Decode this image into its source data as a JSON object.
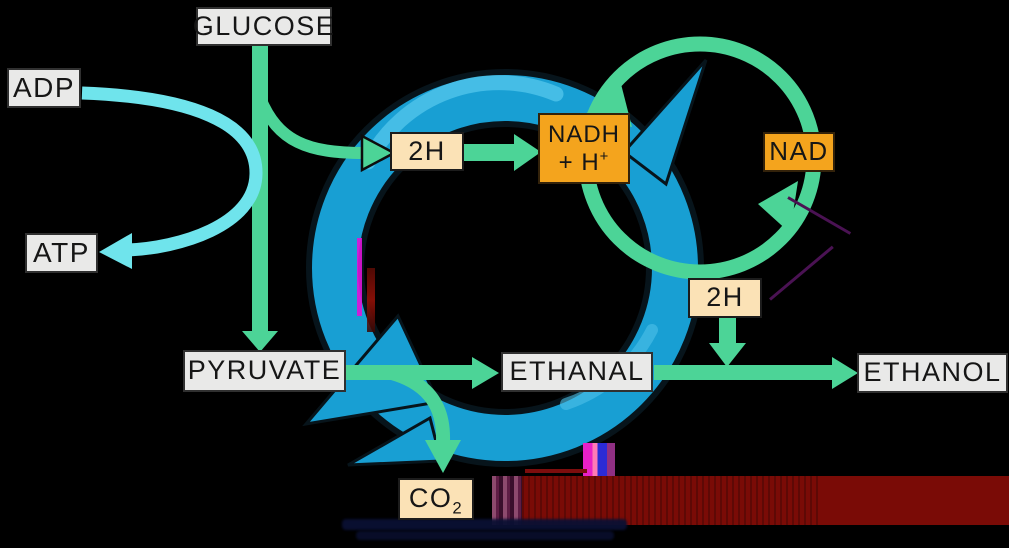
{
  "diagram": {
    "description": "Anaerobic respiration pathway: glucose to pyruvate to ethanal to ethanol, with ADP/ATP and NAD/NADH hydrogen-carrier cycles and CO2 release",
    "background": "#000000"
  },
  "colors": {
    "green": "#4cd497",
    "cyan": "#6fe4ec",
    "blue": "#189fd3",
    "gray_box": "#e9e9e8",
    "cream_box": "#fbe2b6",
    "orange_box": "#f4a41d",
    "red_band": "#7a0b06"
  },
  "nodes": {
    "glucose": {
      "label": "GLUCOSE"
    },
    "adp": {
      "label": "ADP"
    },
    "atp": {
      "label": "ATP"
    },
    "h2_left": {
      "label": "2H"
    },
    "nadh": {
      "line1": "NADH",
      "line2_base": "+ H",
      "line2_sup": "+"
    },
    "nad": {
      "label": "NAD"
    },
    "h2_right": {
      "label": "2H"
    },
    "pyruvate": {
      "label": "PYRUVATE"
    },
    "ethanal": {
      "label": "ETHANAL"
    },
    "ethanol": {
      "label": "ETHANOL"
    },
    "co2": {
      "base": "CO",
      "sub": "2"
    }
  },
  "arrows": {
    "adp_to_atp": "ADP to ATP (cyan loop)",
    "glucose_to_pyruvate": "GLUCOSE down to PYRUVATE",
    "glucose_to_h2": "branch to 2H",
    "h2_to_nadh": "2H to NADH + H+",
    "nad_to_nadh": "NAD to NADH + H+ (top of loop)",
    "nadh_to_nad": "NADH + H+ to NAD (bottom of loop)",
    "h2_to_ethanal_line": "2H down to ethanal-ethanol reaction",
    "pyruvate_to_ethanal": "PYRUVATE to ETHANAL",
    "pyruvate_to_co2": "branch down to CO2",
    "ethanal_to_ethanol": "ETHANAL to ETHANOL"
  }
}
